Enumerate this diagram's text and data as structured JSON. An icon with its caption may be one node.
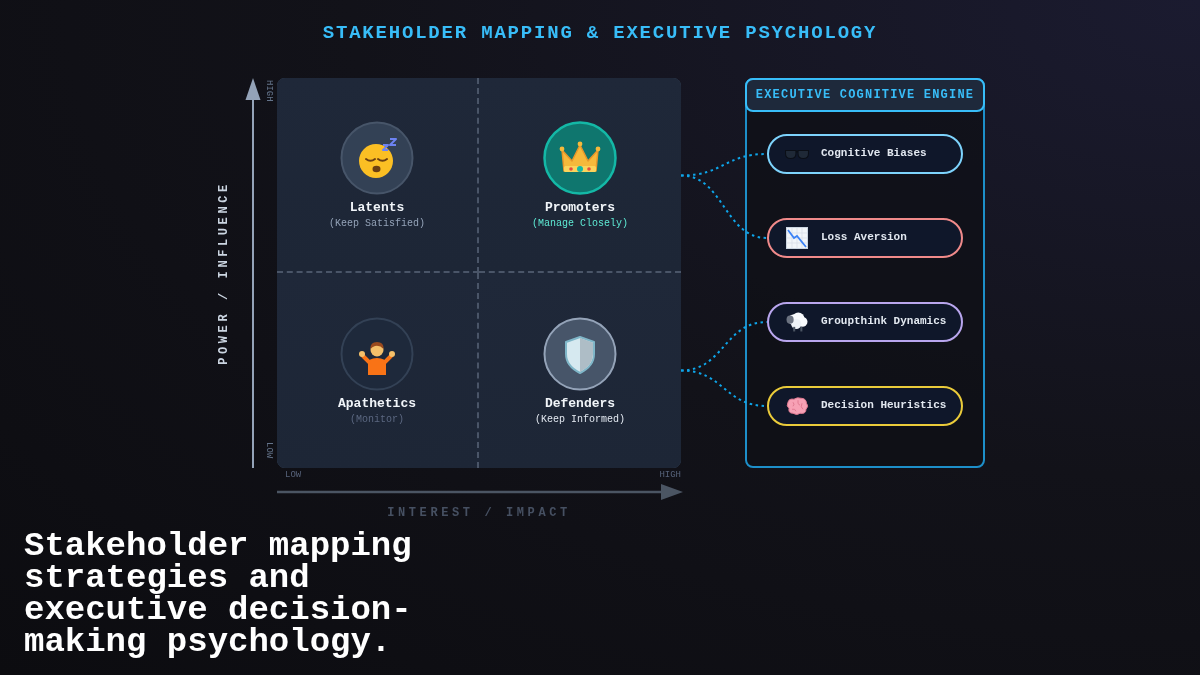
{
  "diagram": {
    "title": "STAKEHOLDER MAPPING & EXECUTIVE PSYCHOLOGY",
    "caption": "Stakeholder mapping strategies and executive decision-making psychology.",
    "nodes": [
      {
        "text": [],
        "shape": "box"
      },
      {
        "text": [
          "Latents",
          "(Keep Satisfied)"
        ],
        "in": 0
      },
      {
        "text": [
          "Promoters",
          "(Manage Closely)"
        ],
        "in": 0
      },
      {
        "text": [
          "Apathetics",
          "(Monitor)"
        ],
        "in": 0
      },
      {
        "text": [
          "Defenders",
          "(Keep Informed)"
        ],
        "in": 0
      },
      {
        "text": [
          "EXECUTIVE COGNITIVE ENGINE"
        ]
      },
      {
        "text": [
          "Cognitive Biases"
        ],
        "in": 5
      },
      {
        "text": [
          "Loss Aversion"
        ],
        "in": 5
      },
      {
        "text": [
          "Groupthink Dynamics"
        ],
        "in": 5
      },
      {
        "text": [
          "Decision Heuristics"
        ],
        "in": 5
      }
    ],
    "edges": [
      {
        "from": 2,
        "to": 6,
        "arrow": "none",
        "style": "dashed"
      },
      {
        "from": 2,
        "to": 7,
        "arrow": "none",
        "style": "dashed"
      },
      {
        "from": 4,
        "to": 8,
        "arrow": "none",
        "style": "dashed"
      },
      {
        "from": 4,
        "to": 9,
        "arrow": "none",
        "style": "dashed"
      }
    ],
    "labels": [
      "HIGH",
      "POWER / INFLUENCE",
      "LOW",
      "LOW",
      "HIGH",
      "INTEREST / IMPACT"
    ]
  }
}
